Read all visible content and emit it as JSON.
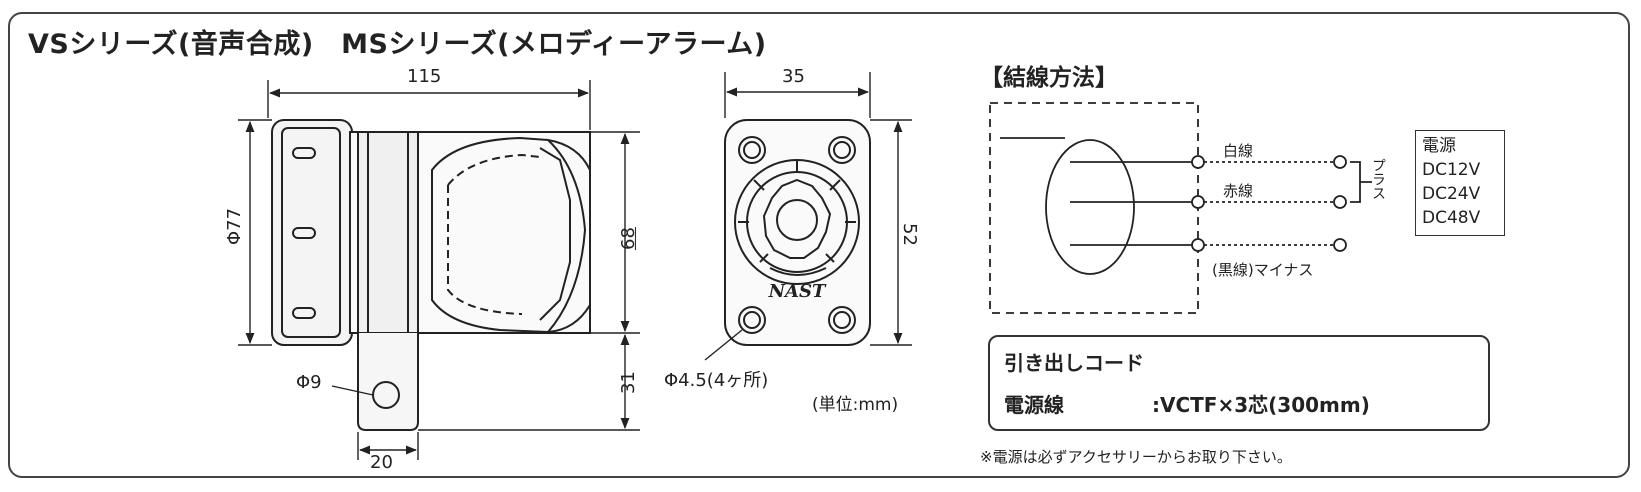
{
  "header": {
    "title": "VSシリーズ(音声合成)　MSシリーズ(メロディーアラーム)"
  },
  "side_view": {
    "width_dim": "115",
    "diameter_dim": "Φ77",
    "height_dim": "68",
    "bracket_height_dim": "31",
    "hole_dim": "Φ9",
    "bracket_width_dim": "20"
  },
  "front_view": {
    "width_dim": "35",
    "height_dim": "52",
    "hole_dim": "Φ4.5(4ヶ所)",
    "brand": "NAST"
  },
  "unit_note": "(単位:mm)",
  "wiring": {
    "title": "【結線方法】",
    "white_wire": "白線",
    "red_wire": "赤線",
    "black_wire": "(黒線)マイナス",
    "plus": "プラス",
    "power": {
      "title": "電源",
      "voltages": [
        "DC12V",
        "DC24V",
        "DC48V"
      ]
    }
  },
  "lead_wire": {
    "title": "引き出しコード",
    "key": "電源線",
    "value": ":VCTF×3芯(300mm)"
  },
  "footnote": "※電源は必ずアクセサリーからお取り下さい。"
}
